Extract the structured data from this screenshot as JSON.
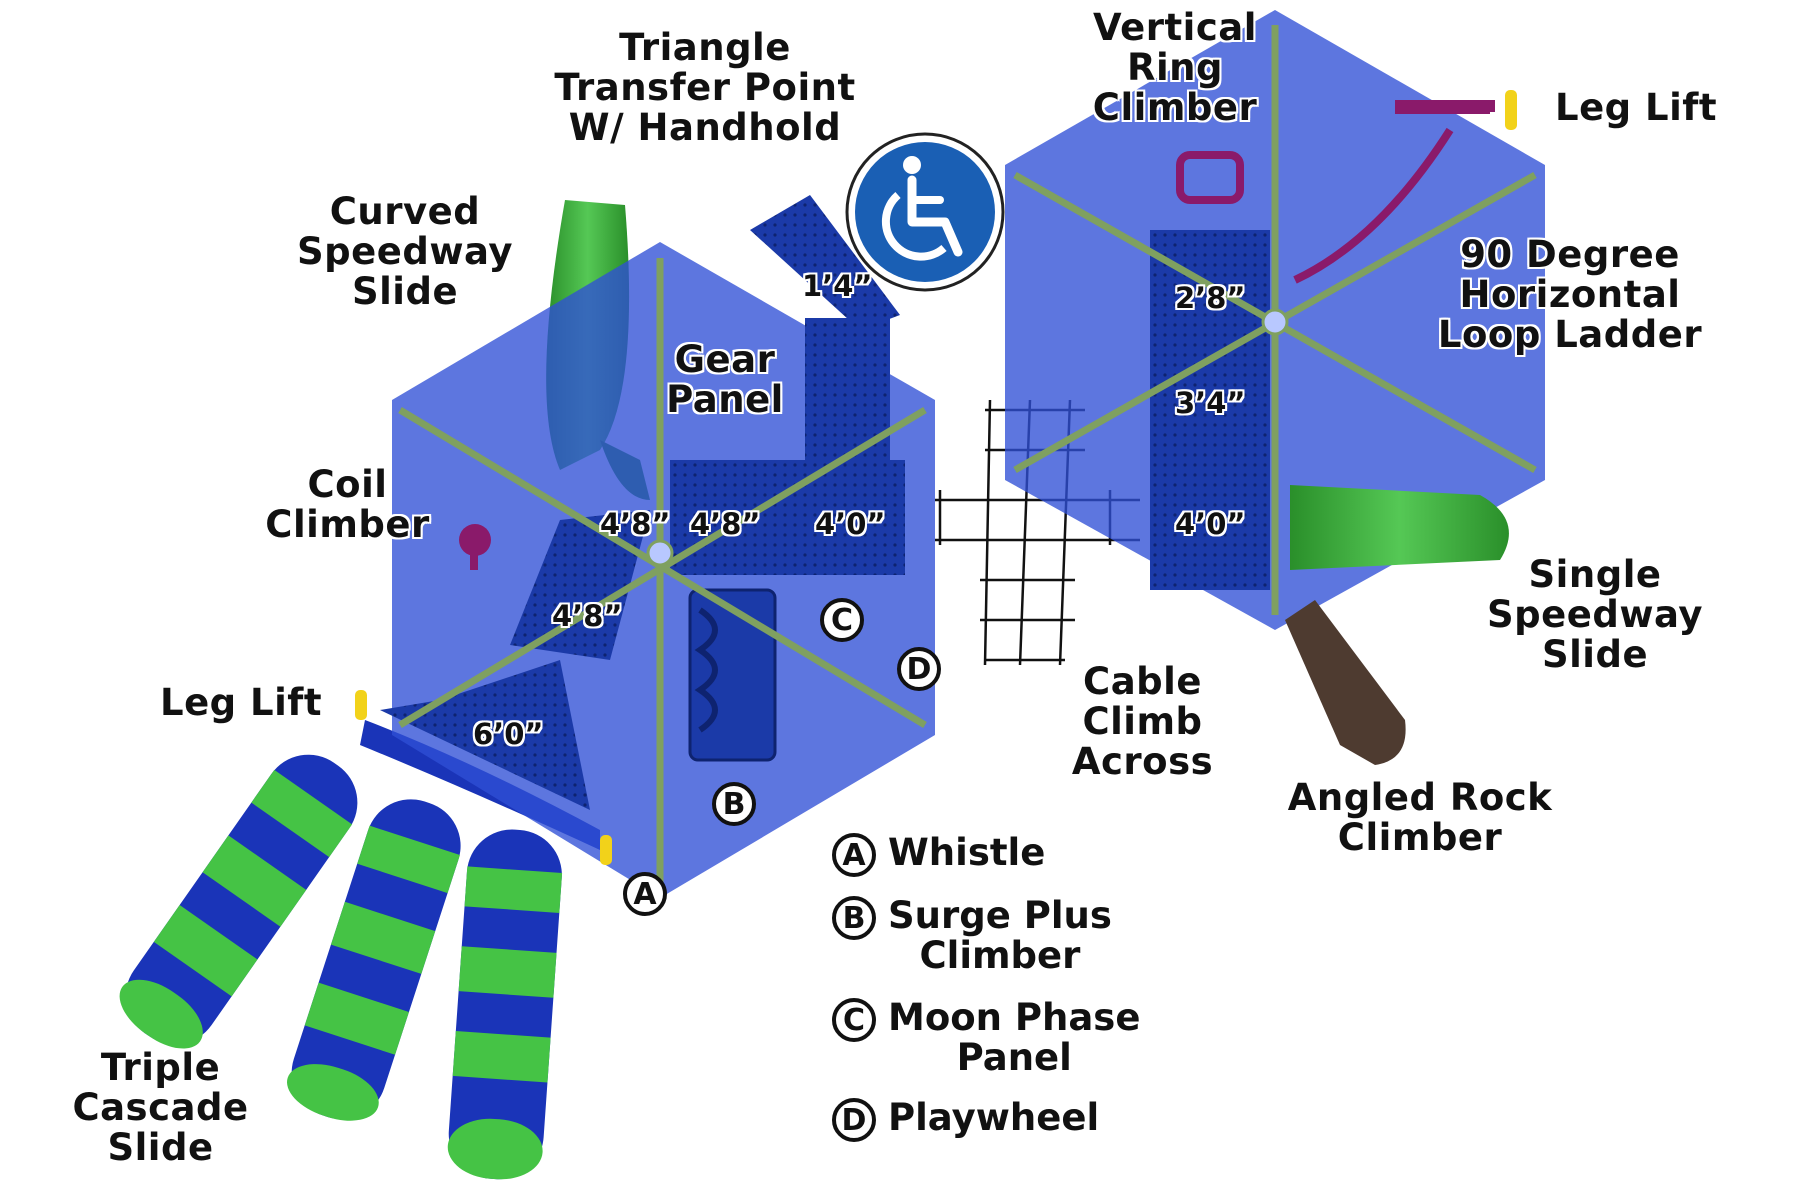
{
  "labels": {
    "triangle_transfer": [
      "Triangle",
      "Transfer Point",
      "W/ Handhold"
    ],
    "vertical_ring": [
      "Vertical",
      "Ring",
      "Climber"
    ],
    "leg_lift_right": [
      "Leg Lift"
    ],
    "curved_speedway": [
      "Curved",
      "Speedway",
      "Slide"
    ],
    "loop_ladder": [
      "90 Degree",
      "Horizontal",
      "Loop Ladder"
    ],
    "gear_panel": [
      "Gear",
      "Panel"
    ],
    "coil_climber": [
      "Coil",
      "Climber"
    ],
    "single_speedway": [
      "Single",
      "Speedway",
      "Slide"
    ],
    "leg_lift_left": [
      "Leg Lift"
    ],
    "cable_climb": [
      "Cable",
      "Climb",
      "Across"
    ],
    "angled_rock": [
      "Angled Rock",
      "Climber"
    ],
    "triple_cascade": [
      "Triple",
      "Cascade",
      "Slide"
    ]
  },
  "dimensions": {
    "d1": "1’4”",
    "d2": "2’8”",
    "d3": "3’4”",
    "d4": "4’0”",
    "d5": "4’8”",
    "d6": "4’8”",
    "d7": "4’0”",
    "d8": "4’8”",
    "d9": "6’0”"
  },
  "markers": {
    "a": "A",
    "b": "B",
    "c": "C",
    "d": "D"
  },
  "legend": [
    {
      "key": "A",
      "lines": [
        "Whistle"
      ]
    },
    {
      "key": "B",
      "lines": [
        "Surge Plus",
        "Climber"
      ]
    },
    {
      "key": "C",
      "lines": [
        "Moon Phase",
        "Panel"
      ]
    },
    {
      "key": "D",
      "lines": [
        "Playwheel"
      ]
    }
  ],
  "colors": {
    "canopy": "#2f4fd6",
    "frame_green": "#7fa060",
    "deck_blue": "#1b3aa8",
    "slide_green": "#3fb83f",
    "slide_blue": "#1a34b8",
    "accent_purple": "#8a1a6a",
    "accessibility_blue": "#1a5fb4"
  }
}
